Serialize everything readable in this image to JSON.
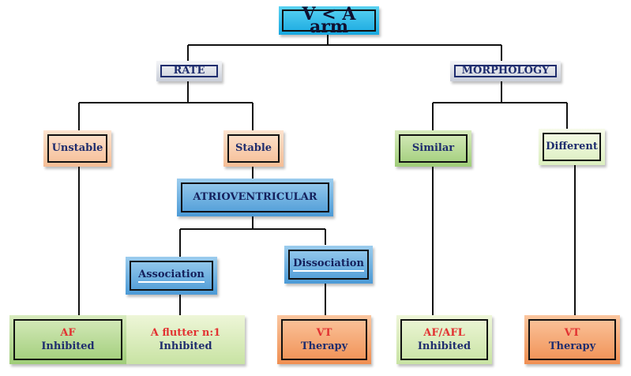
{
  "nodes": {
    "root": "V < A arm",
    "rate": "RATE",
    "morphology": "MORPHOLOGY",
    "unstable": "Unstable",
    "stable": "Stable",
    "similar": "Similar",
    "different": "Different",
    "atrioventricular": "ATRIOVENTRICULAR",
    "association": "Association",
    "dissociation": "Dissociation"
  },
  "leaves": {
    "af": {
      "top": "AF",
      "bottom": "Inhibited"
    },
    "aflutter": {
      "top": "A flutter n:1",
      "bottom": "Inhibited"
    },
    "vt1": {
      "top": "VT",
      "bottom": "Therapy"
    },
    "afafl": {
      "top": "AF/AFL",
      "bottom": "Inhibited"
    },
    "vt2": {
      "top": "VT",
      "bottom": "Therapy"
    }
  },
  "colors": {
    "title": "#18a8e0",
    "rate_morphology": "#c9ced8",
    "unstable_stable": "#f5bd95",
    "atrioventricular": "#4b9ad6",
    "similar": "#9fcd78",
    "inhibited": "#c8e3a3",
    "therapy": "#f08f52",
    "leaf_top_text": "#e23232",
    "label_text": "#1f2d6e"
  }
}
